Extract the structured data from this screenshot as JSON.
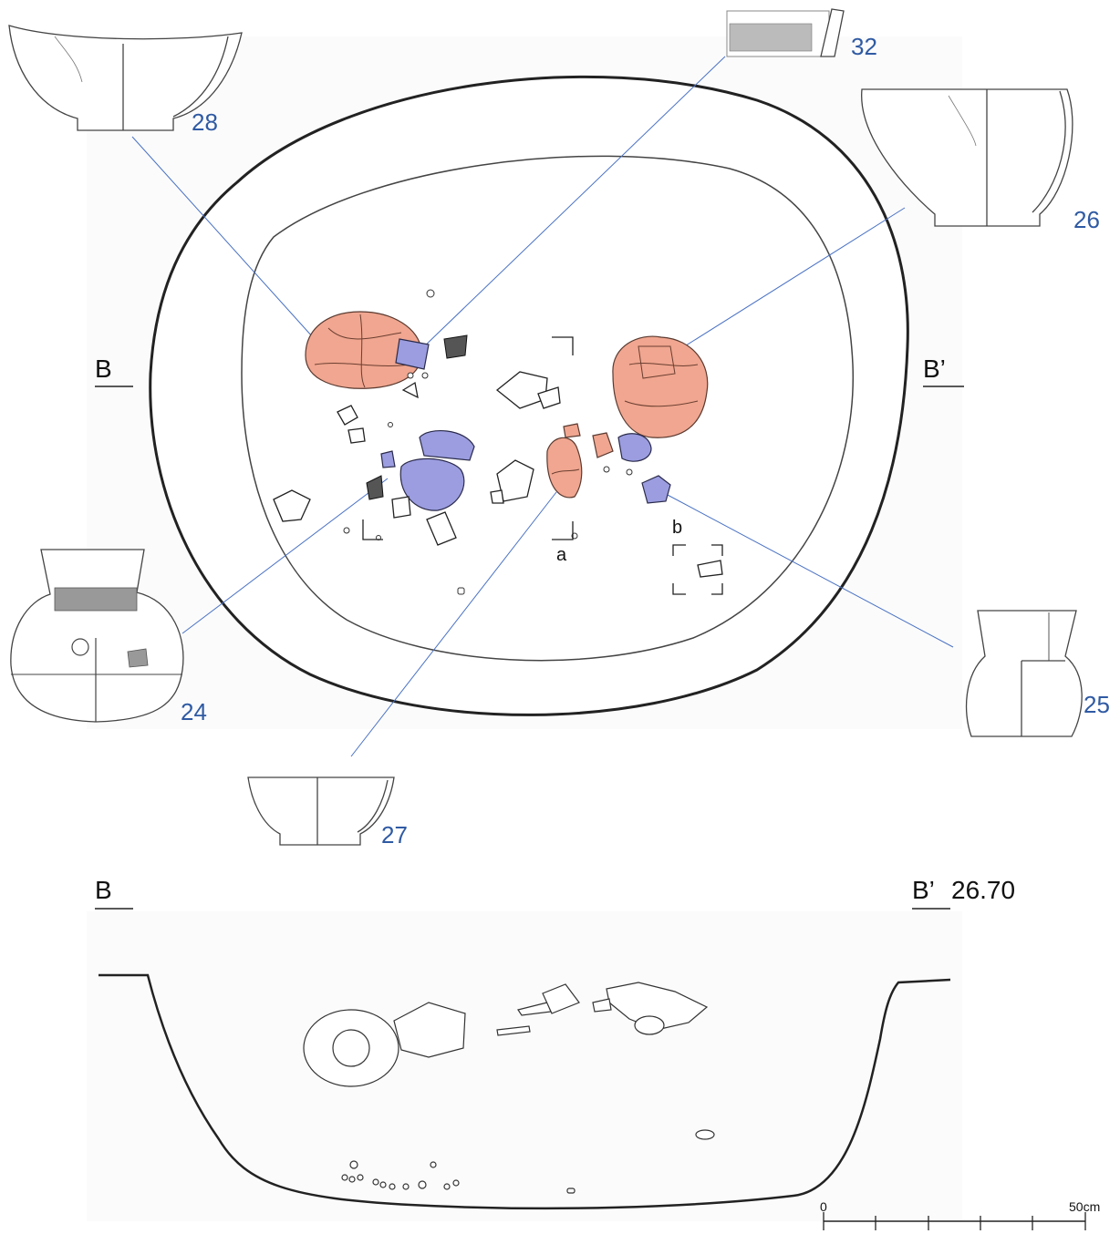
{
  "section_labels": {
    "b_left": "B",
    "b_right": "B’",
    "b_left_profile": "B",
    "b_right_profile": "B’",
    "elevation": "26.70"
  },
  "point_labels": {
    "a": "a",
    "b": "b"
  },
  "vessel_numbers": {
    "v28": "28",
    "v32": "32",
    "v26": "26",
    "v24": "24",
    "v25": "25",
    "v27": "27"
  },
  "scale_bar": {
    "start": "0",
    "end": "50cm"
  },
  "colors": {
    "leader_line": "#4a72c4",
    "salmon_fill": "#f0a690",
    "blue_fill": "#9b9de0",
    "vessel_number": "#2f5aa3",
    "outline": "#222222"
  }
}
